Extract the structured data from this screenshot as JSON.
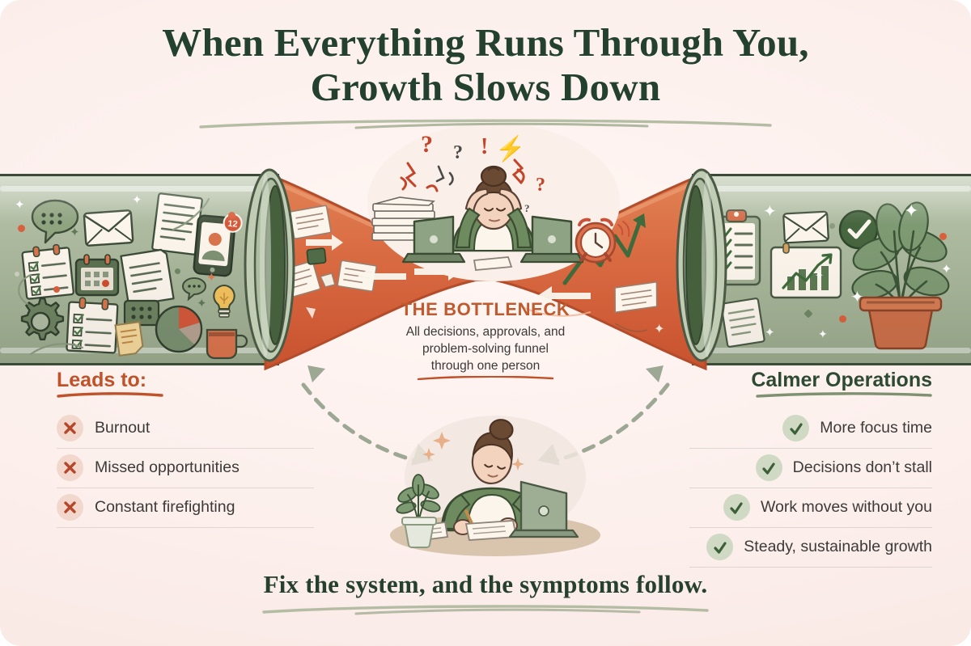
{
  "canvas": {
    "background_color": "#FCEFEC",
    "band_color": "#A6B498",
    "funnel_color": "#D96A42",
    "title_color": "#24402E",
    "accent_orange": "#C05A2E",
    "accent_green": "#2E4A33"
  },
  "header": {
    "title_line1": "When Everything Runs Through You,",
    "title_line2": "Growth Slows Down"
  },
  "bottleneck": {
    "label": "THE BOTTLENECK",
    "description_line1": "All decisions, approvals, and",
    "description_line2": "problem-solving funnel",
    "description_line3": "through one person"
  },
  "left_panel": {
    "heading": "Leads to:",
    "items": [
      {
        "icon": "x-icon",
        "label": "Burnout"
      },
      {
        "icon": "x-icon",
        "label": "Missed opportunities"
      },
      {
        "icon": "x-icon",
        "label": "Constant firefighting"
      }
    ]
  },
  "right_panel": {
    "heading": "Calmer Operations",
    "items": [
      {
        "icon": "check-icon",
        "label": "More focus time"
      },
      {
        "icon": "check-icon",
        "label": "Decisions don’t stall"
      },
      {
        "icon": "check-icon",
        "label": "Work moves without you"
      },
      {
        "icon": "check-icon",
        "label": "Steady, sustainable growth"
      }
    ]
  },
  "footer": {
    "caption": "Fix the system, and the symptoms follow."
  },
  "left_band": {
    "description": "Chaotic inbound work icons",
    "icons": [
      "chat-bubble-icon",
      "envelope-icon",
      "document-icon",
      "document-icon",
      "phone-notification-icon",
      "checklist-icon",
      "calendar-icon",
      "gear-icon",
      "checklist-icon",
      "sticky-note-icon",
      "keypad-icon",
      "pie-chart-icon",
      "lightbulb-icon",
      "coffee-mug-icon",
      "small-chat-icon"
    ],
    "phone_badge_count": "12"
  },
  "right_band": {
    "description": "Organized calm outcome icons",
    "icons": [
      "clipboard-checklist-icon",
      "envelope-icon",
      "check-circle-icon",
      "growth-chart-icon",
      "document-icon",
      "potted-plant-icon"
    ]
  },
  "center_scenes": {
    "stressed": {
      "description": "Overwhelmed person at desk with two laptops, paper stack and alarm clock",
      "stress_marks": [
        "?",
        "?",
        "!",
        "?",
        "?",
        "?"
      ]
    },
    "calm": {
      "description": "Focused person writing at a tidy desk with laptop and plant"
    }
  }
}
